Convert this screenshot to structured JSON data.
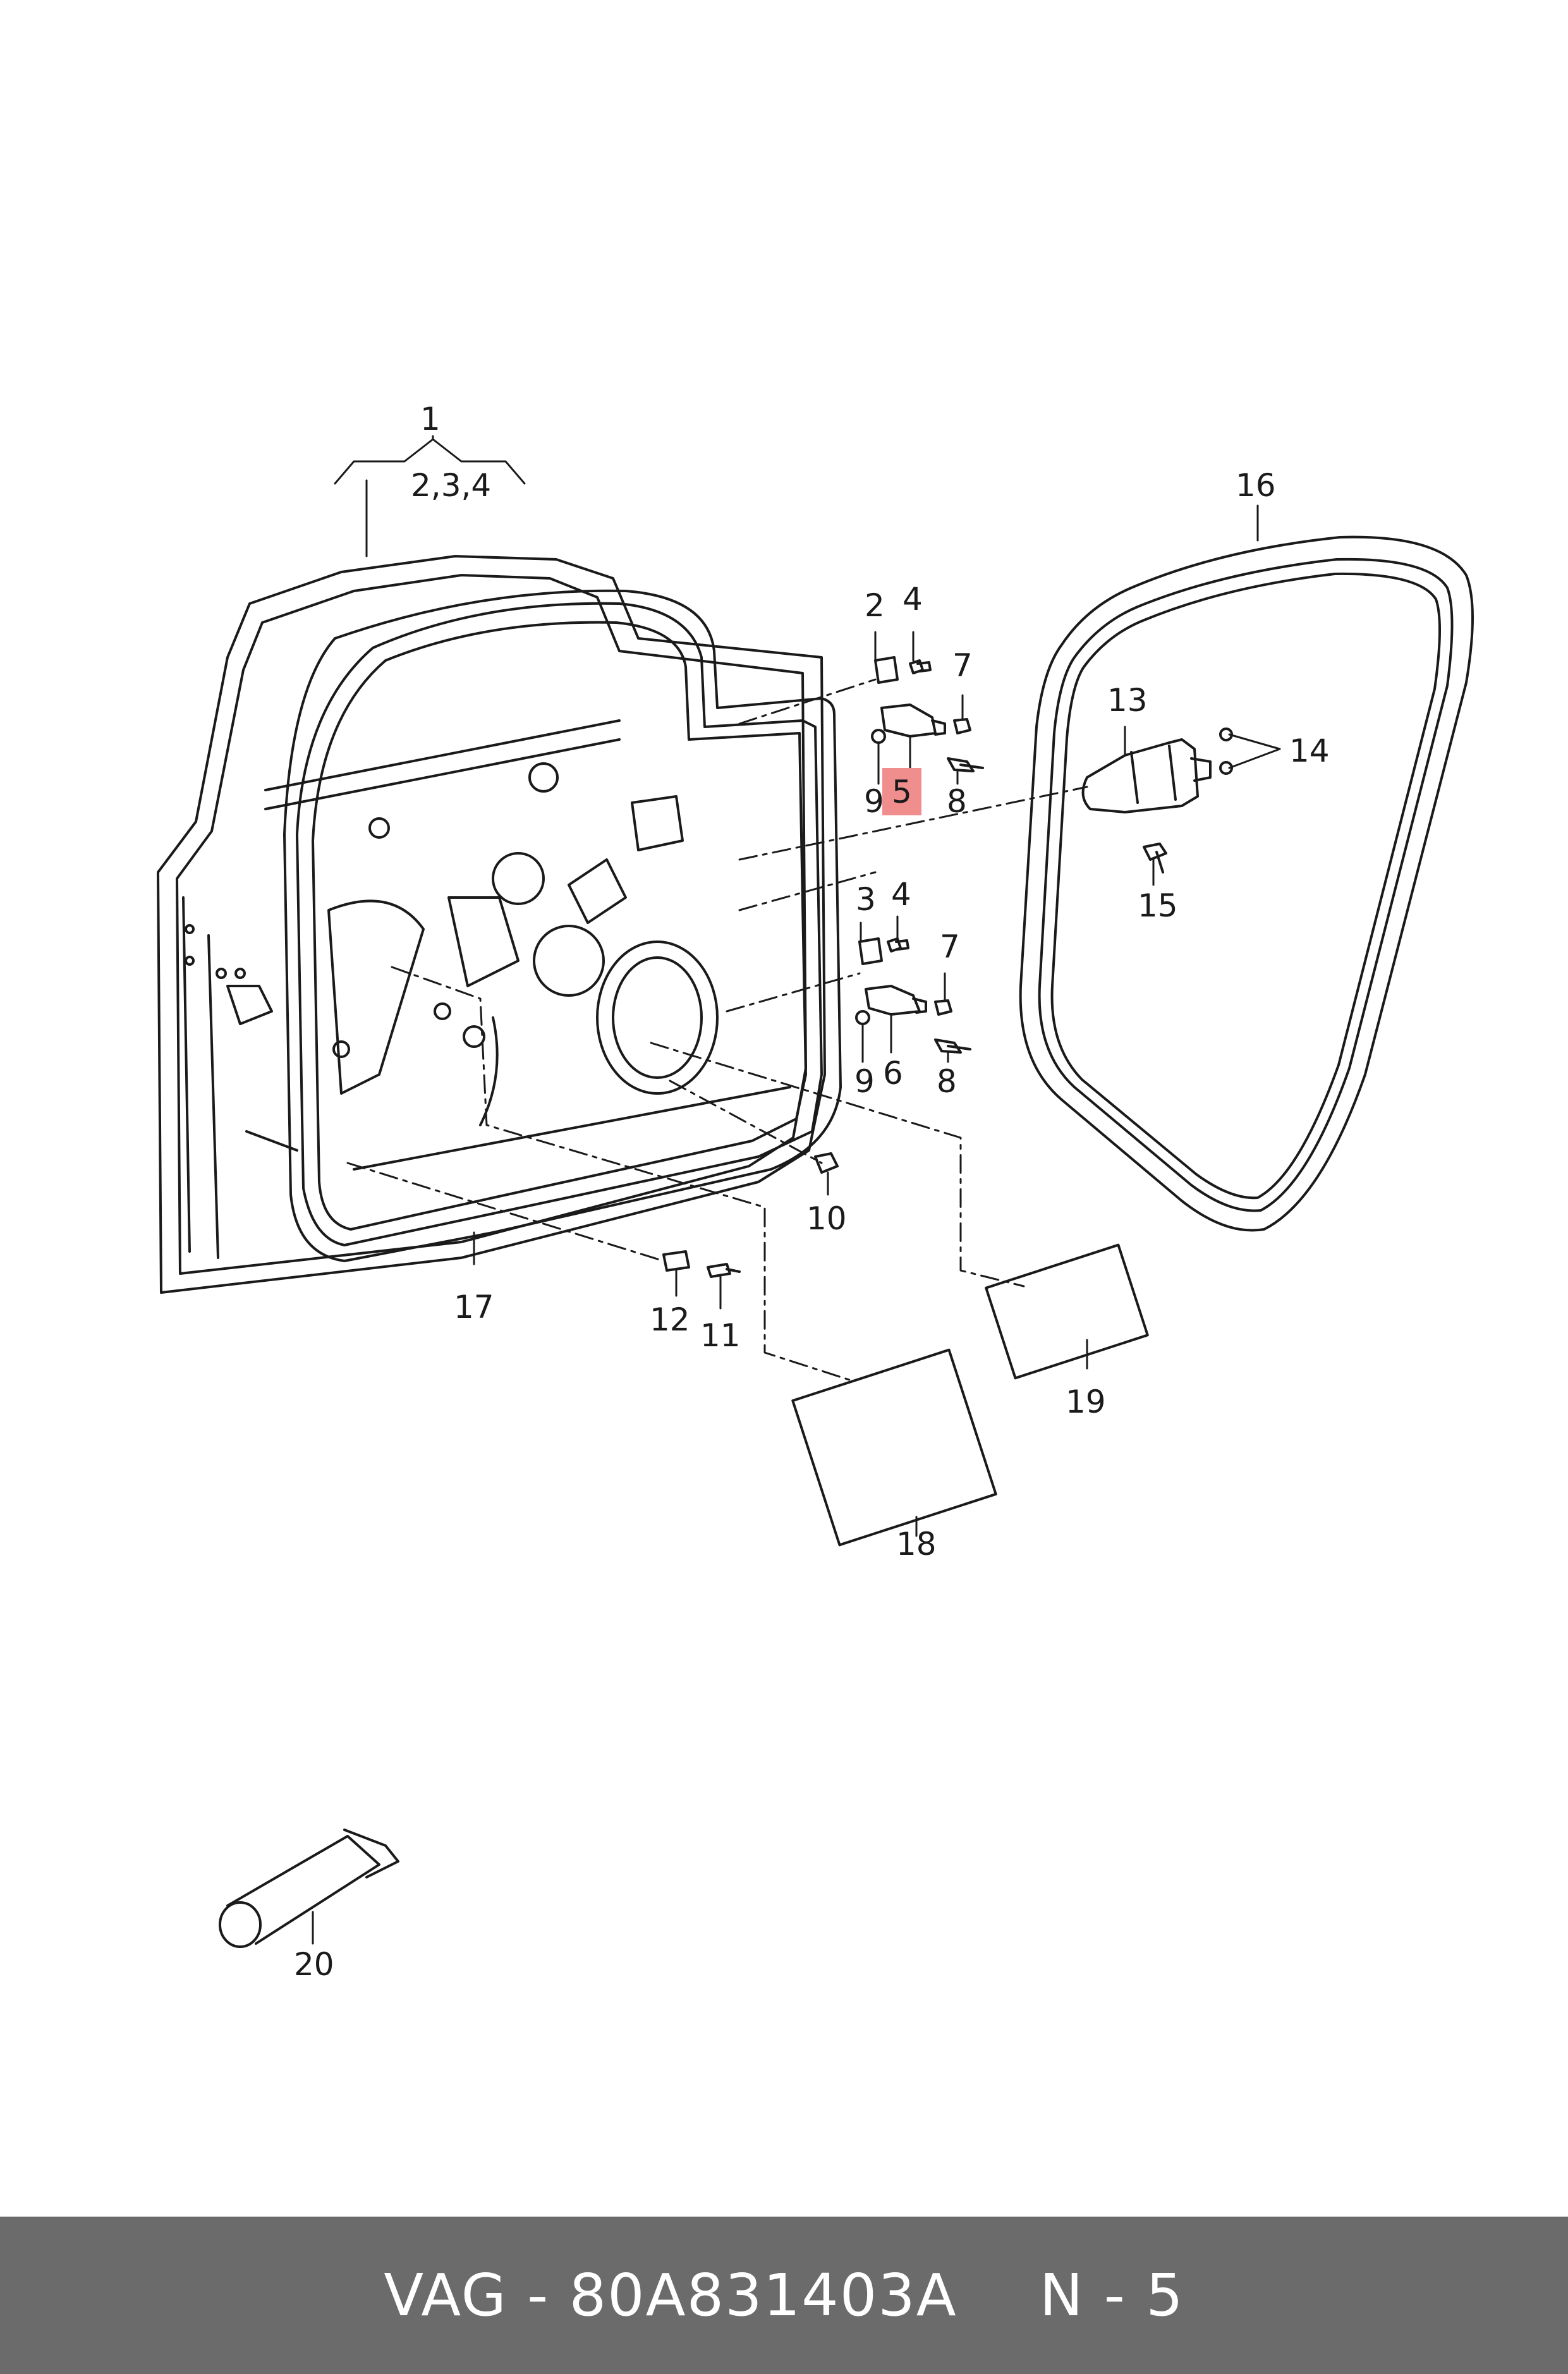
{
  "callouts": {
    "c1": "1",
    "c234": "2,3,4",
    "c2": "2",
    "c3": "3",
    "c4a": "4",
    "c4b": "4",
    "c5": "5",
    "c6": "6",
    "c7a": "7",
    "c7b": "7",
    "c8a": "8",
    "c8b": "8",
    "c9a": "9",
    "c9b": "9",
    "c10": "10",
    "c11": "11",
    "c12": "12",
    "c13": "13",
    "c14": "14",
    "c15": "15",
    "c16": "16",
    "c17": "17",
    "c18": "18",
    "c19": "19",
    "c20": "20"
  },
  "highlighted_callout": "5",
  "highlight_color": "#f08d8d",
  "footer": {
    "part_text": "VAG - 80A831403A",
    "ref_text": "N - 5"
  },
  "colors": {
    "line": "#1a1a1a",
    "footer_bg": "#6b6b6b",
    "footer_text": "#ffffff"
  }
}
